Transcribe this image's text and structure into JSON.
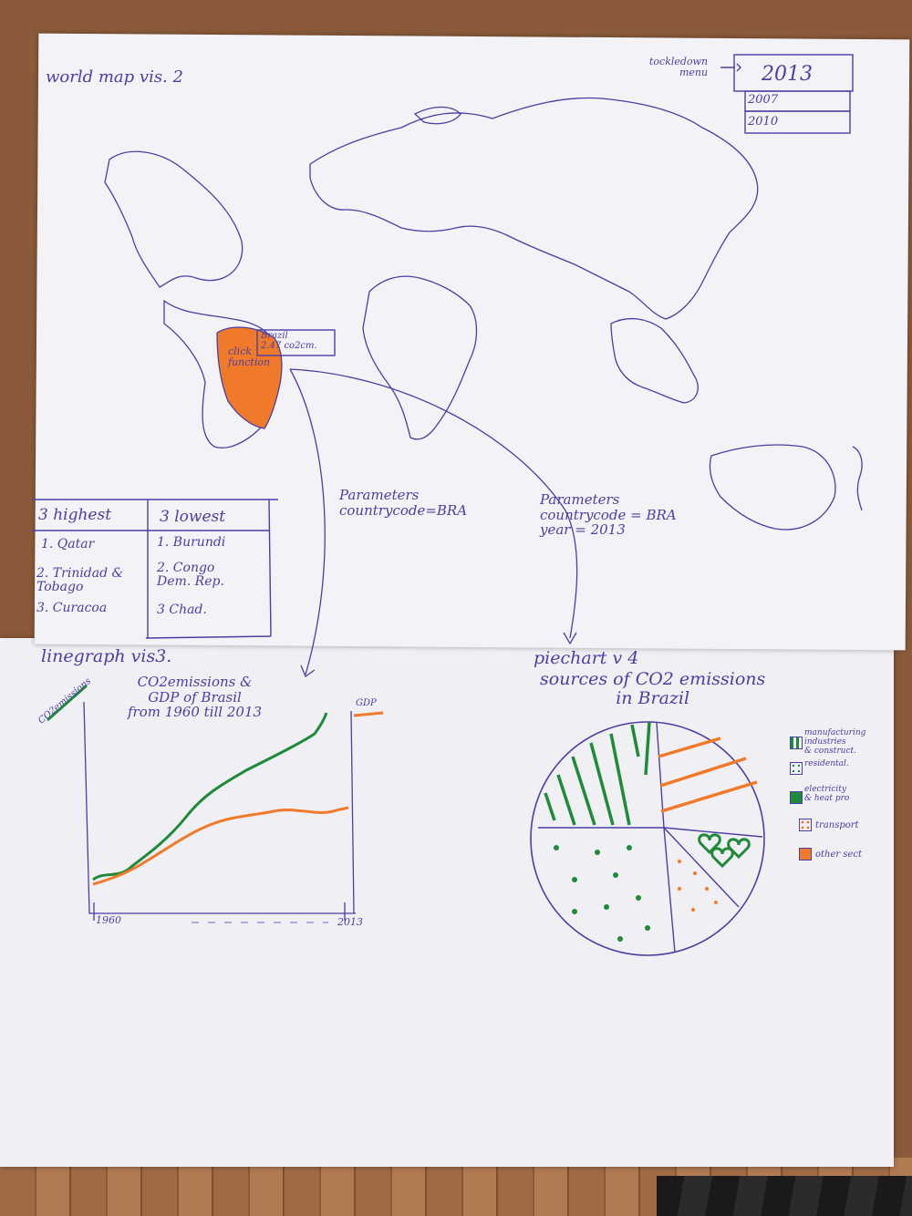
{
  "colors": {
    "ink": "#4a3fa3",
    "green": "#1e8a3a",
    "orange": "#f07a2a",
    "paper": "#f3f2f6"
  },
  "worldmap": {
    "title": "world map  vis. 2",
    "dropdown_label": "tockledown\nmenu",
    "dropdown_selected": "2013",
    "dropdown_options": [
      "2007",
      "2010"
    ],
    "tooltip": "Brazil\n2.47 co2cm.",
    "click_label": "click\nfunction"
  },
  "params_line": {
    "title": "Parameters\ncountrycode=BRA"
  },
  "params_pie": {
    "title": "Parameters\ncountrycode = BRA\nyear = 2013"
  },
  "ranking": {
    "highest_header": "3 highest",
    "lowest_header": "3 lowest",
    "highest": [
      "1. Qatar",
      "2. Trinidad &\n   Tobago",
      "3. Curacoa"
    ],
    "lowest": [
      "1. Burundi",
      "2. Congo\n   Dem. Rep.",
      "3 Chad."
    ]
  },
  "linegraph": {
    "title": "linegraph  vis3.",
    "subtitle": "CO2emissions &\nGDP of Brasil\nfrom 1960  till 2013",
    "left_axis_label": "CO2emissions",
    "right_axis_label": "GDP",
    "x_start": "1960",
    "x_end": "2013"
  },
  "piechart": {
    "title": "piechart  v 4",
    "subtitle": "sources of CO2 emissions\nin Brazil",
    "legend": [
      {
        "label": "manufacturing\nindustries\n& construct.",
        "color": "#1e8a3a",
        "icon": "hatch-icon"
      },
      {
        "label": "residental.",
        "color": "#1e8a3a",
        "icon": "dots-icon"
      },
      {
        "label": "electricity\n& heat pro",
        "color": "#1e8a3a",
        "icon": "hearts-icon"
      },
      {
        "label": "transport",
        "color": "#f07a2a",
        "icon": "dots-icon"
      },
      {
        "label": "other sect",
        "color": "#f07a2a",
        "icon": "fill-icon"
      }
    ]
  }
}
